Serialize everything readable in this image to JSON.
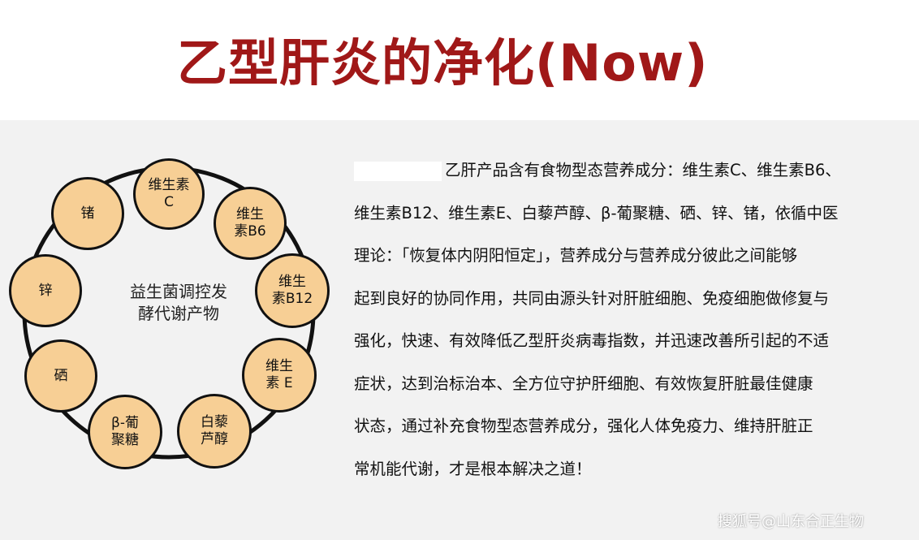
{
  "header": {
    "title": "乙型肝炎的净化(Now)"
  },
  "diagram": {
    "center_label_line1": "益生菌调控发",
    "center_label_line2": "酵代谢产物",
    "nodes": [
      {
        "line1": "维生素",
        "line2": "C"
      },
      {
        "line1": "维生",
        "line2": "素B6"
      },
      {
        "line1": "维生",
        "line2": "素B12"
      },
      {
        "line1": "维生",
        "line2": "素 E"
      },
      {
        "line1": "白藜",
        "line2": "芦醇"
      },
      {
        "line1": "β-葡",
        "line2": "聚糖"
      },
      {
        "line1": "硒",
        "line2": ""
      },
      {
        "line1": "锌",
        "line2": ""
      },
      {
        "line1": "锗",
        "line2": ""
      }
    ]
  },
  "paragraph": {
    "lines": [
      "乙肝产品含有食物型态营养成分：维生素C、维生素B6、",
      "维生素B12、维生素E、白藜芦醇、β-葡聚糖、硒、锌、锗，依循中医",
      "理论：「恢复体内阴阳恒定」，营养成分与营养成分彼此之间能够",
      "起到良好的协同作用，共同由源头针对肝脏细胞、免疫细胞做修复与",
      "强化，快速、有效降低乙型肝炎病毒指数，并迅速改善所引起的不适",
      "症状，达到治标治本、全方位守护肝细胞、有效恢复肝脏最佳健康",
      "状态，通过补充食物型态营养成分，强化人体免疫力、维持肝脏正",
      "常机能代谢，才是根本解决之道！"
    ]
  },
  "watermark": "搜狐号@山东合正生物",
  "colors": {
    "title": "#a01818",
    "circle_fill": "#f7cf95",
    "background": "#f2f2f2"
  }
}
